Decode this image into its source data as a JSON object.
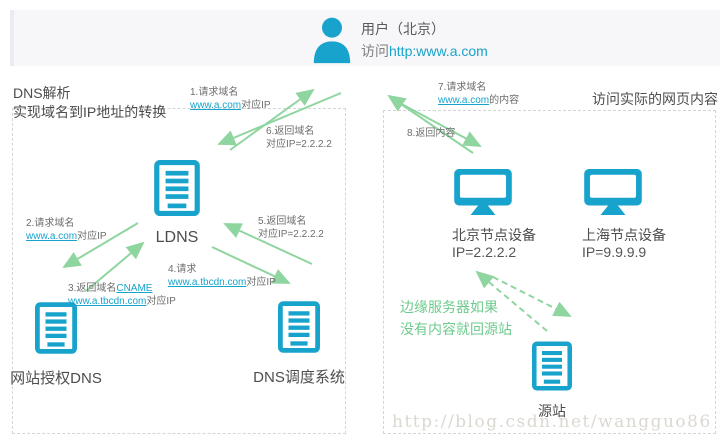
{
  "colors": {
    "cyan": "#17a3cc",
    "green": "#8fd5a0",
    "green_text": "#6ecb8d",
    "label": "#6e6e6e",
    "border": "#d5d5d5",
    "band": "#f7f7fa",
    "watermark": "#dbd8d0"
  },
  "header": {
    "user_label": "用户（北京）",
    "visit_prefix": "访问",
    "visit_url": "http:www.a.com"
  },
  "left_section": {
    "title_line1": "DNS解析",
    "title_line2": "实现域名到IP地址的转换",
    "nodes": {
      "ldns": "LDNS",
      "auth_dns": "网站授权DNS",
      "scheduler": "DNS调度系统"
    }
  },
  "right_section": {
    "title": "访问实际的网页内容",
    "nodes": {
      "beijing": {
        "label": "北京节点设备",
        "ip": "IP=2.2.2.2"
      },
      "shanghai": {
        "label": "上海节点设备",
        "ip": "IP=9.9.9.9"
      },
      "origin": "源站"
    },
    "note_line1": "边缘服务器如果",
    "note_line2": "没有内容就回源站"
  },
  "steps": {
    "s1": {
      "num": "1.请求域名",
      "link": "www.a.com",
      "tail": "对应IP"
    },
    "s2": {
      "num": "2.请求域名",
      "link": "www.a.com",
      "tail": "对应IP"
    },
    "s3": {
      "num": "3.返回域名",
      "link1": "CNAME",
      "link2": "www.a.tbcdn.com",
      "tail": "对应IP"
    },
    "s4": {
      "num": "4.请求",
      "link": "www.a.tbcdn.com",
      "tail": "对应IP"
    },
    "s5": {
      "line1": "5.返回域名",
      "line2": "对应IP=2.2.2.2"
    },
    "s6": {
      "line1": "6.返回域名",
      "line2": "对应IP=2.2.2.2"
    },
    "s7": {
      "num": "7.请求域名",
      "link": "www.a.com",
      "tail": "的内容"
    },
    "s8": {
      "line1": "8.返回内容"
    }
  },
  "watermark": "http://blog.csdn.net/wangguo86"
}
